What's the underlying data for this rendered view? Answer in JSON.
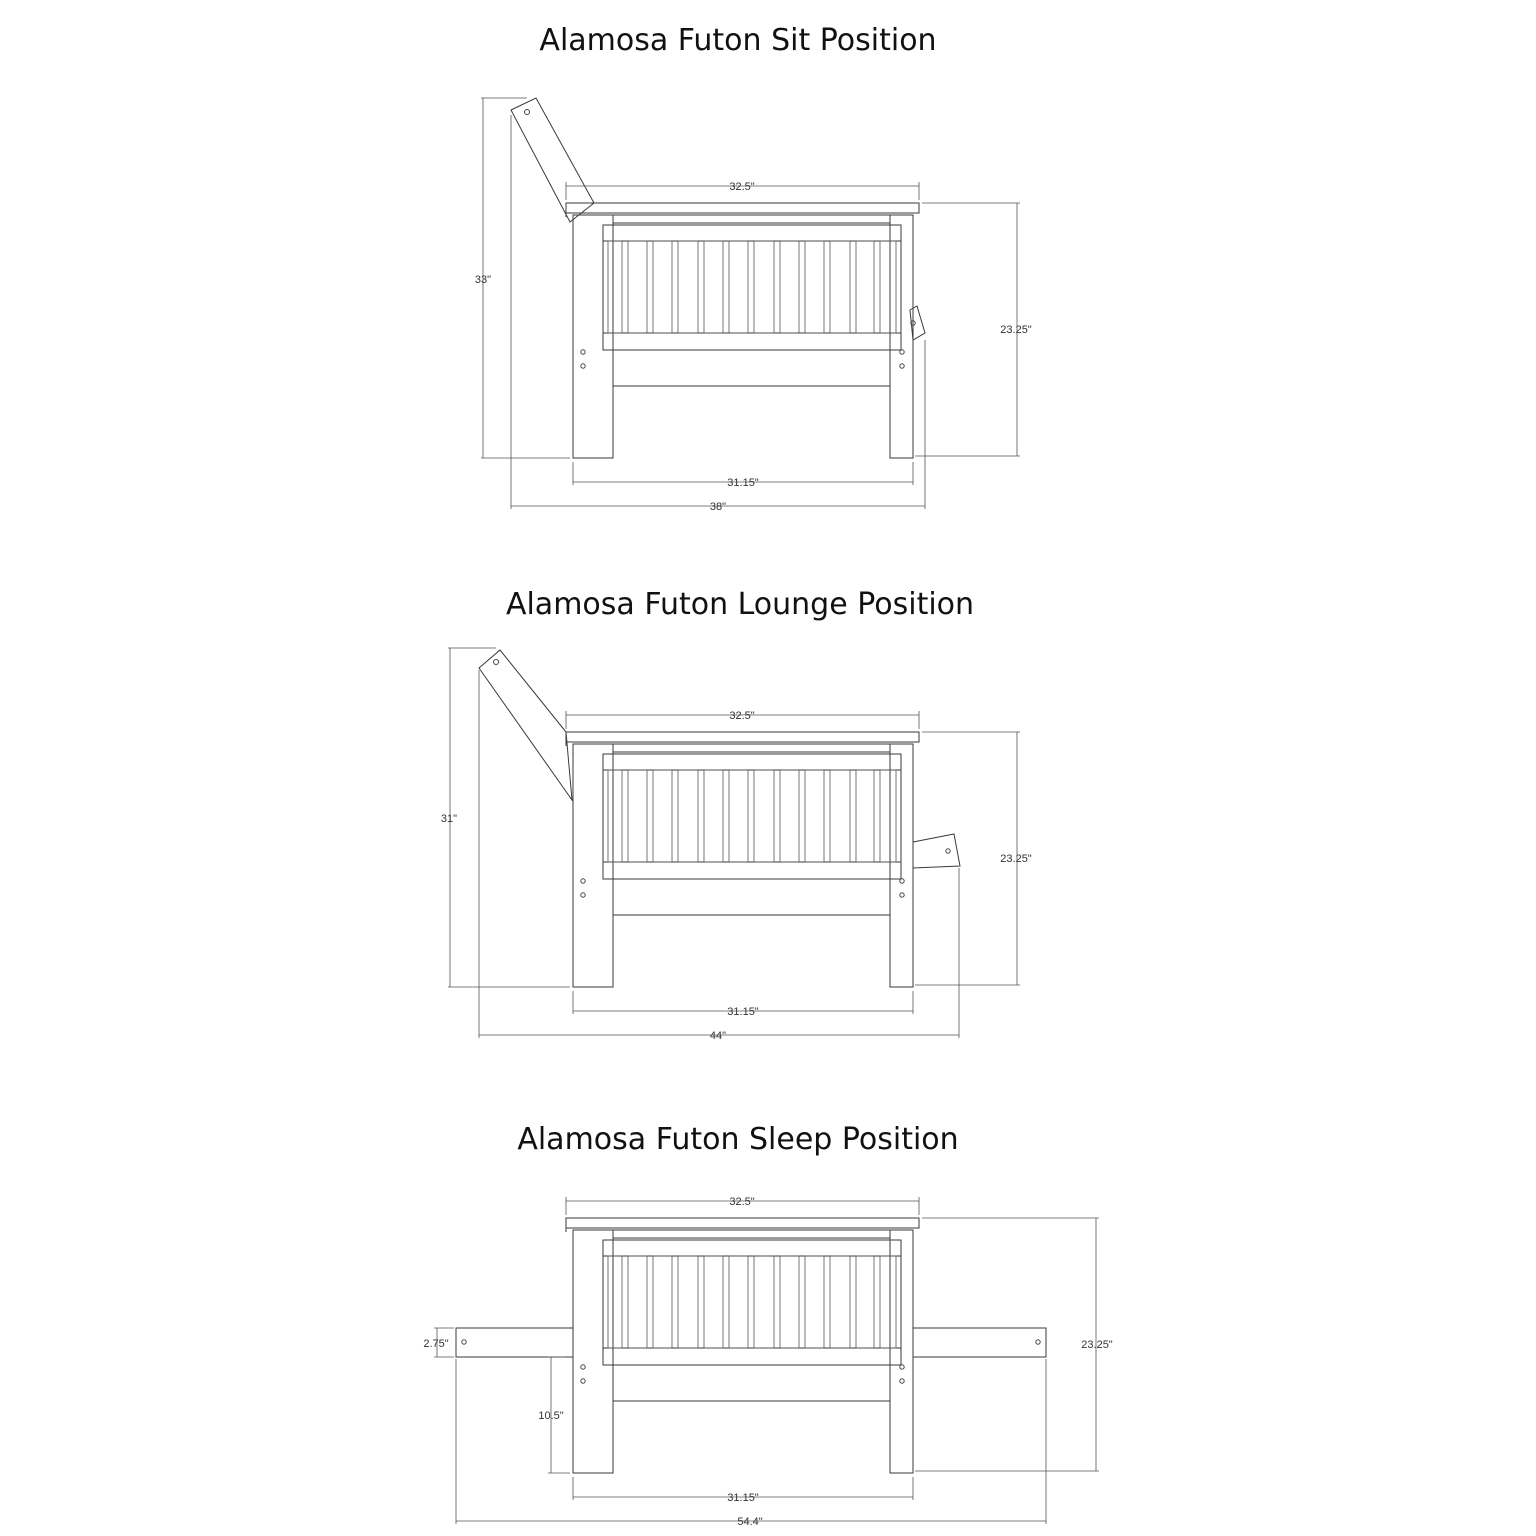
{
  "diagrams": [
    {
      "title": "Alamosa Futon Sit Position",
      "dims": {
        "top_width": "32.5\"",
        "height_left": "33\"",
        "height_right": "23.25\"",
        "inner_width": "31.15\"",
        "overall_width": "38\""
      }
    },
    {
      "title": "Alamosa Futon Lounge Position",
      "dims": {
        "top_width": "32.5\"",
        "height_left": "31\"",
        "height_right": "23.25\"",
        "inner_width": "31.15\"",
        "overall_width": "44\""
      }
    },
    {
      "title": "Alamosa Futon Sleep Position",
      "dims": {
        "top_width": "32.5\"",
        "height_right": "23.25\"",
        "inner_width": "31.15\"",
        "overall_width": "54.4\"",
        "rail_thickness": "2.75\"",
        "rail_height": "10.5\""
      }
    }
  ]
}
